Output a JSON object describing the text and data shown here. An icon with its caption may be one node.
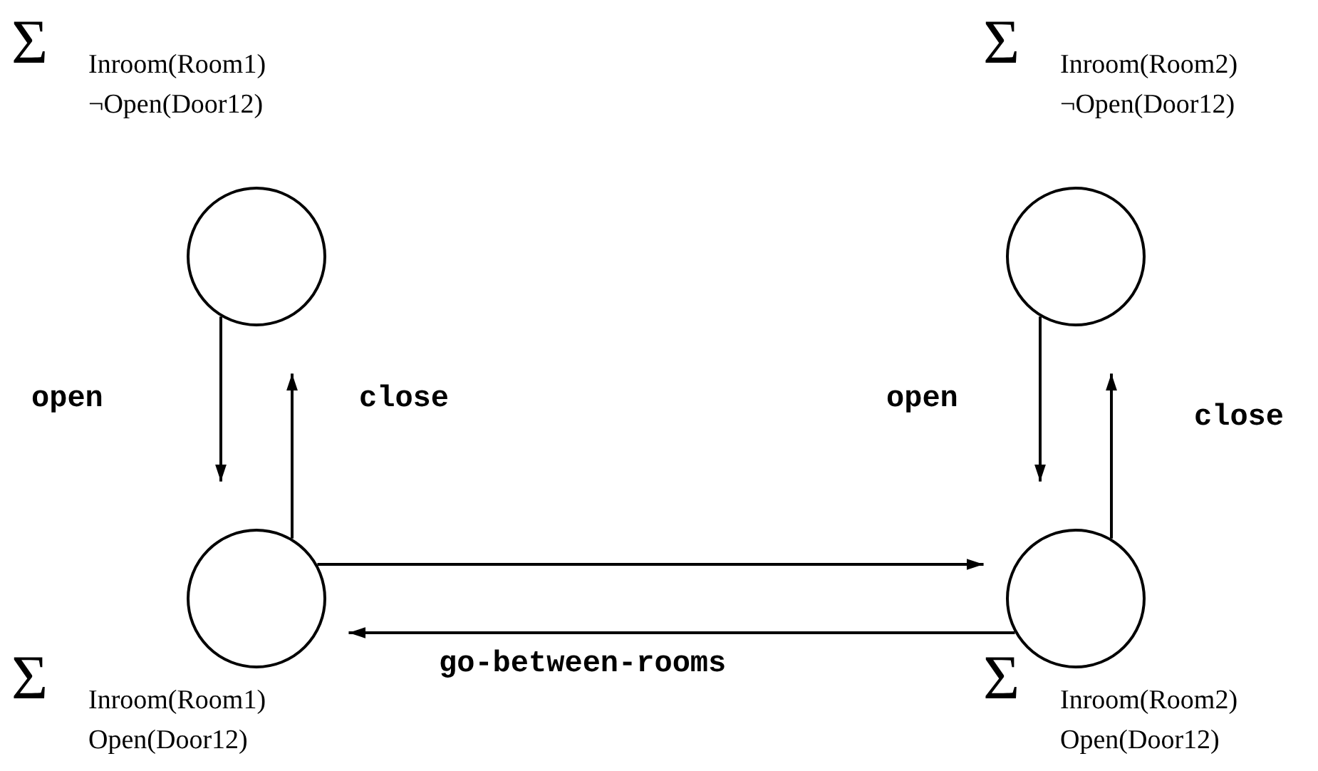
{
  "diagram": {
    "nodes": [
      {
        "text": [],
        "shape": "circle",
        "beside": [
          "Σ",
          "Inroom(Room1) ¬Open(Door12)"
        ]
      },
      {
        "text": [],
        "shape": "circle",
        "beside": [
          "Σ",
          "Inroom(Room2) ¬Open(Door12)"
        ]
      },
      {
        "text": [],
        "shape": "circle",
        "beside": [
          "Σ",
          "Inroom(Room1) Open(Door12)"
        ]
      },
      {
        "text": [],
        "shape": "circle",
        "beside": [
          "Σ",
          "Inroom(Room2) Open(Door12)"
        ]
      }
    ],
    "edges": [
      {
        "from": 0,
        "to": 2,
        "arrow": "to",
        "label": "open"
      },
      {
        "from": 2,
        "to": 0,
        "arrow": "to",
        "label": "close"
      },
      {
        "from": 1,
        "to": 3,
        "arrow": "to",
        "label": "open"
      },
      {
        "from": 3,
        "to": 1,
        "arrow": "to",
        "label": "close"
      },
      {
        "from": 2,
        "to": 3,
        "arrow": "to"
      },
      {
        "from": 3,
        "to": 2,
        "arrow": "to",
        "label": "go-between-rooms"
      }
    ]
  }
}
